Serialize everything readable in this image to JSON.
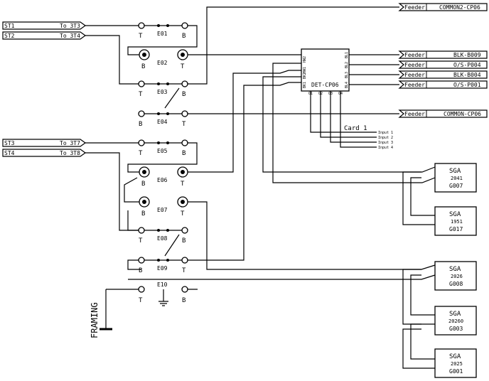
{
  "inputs": {
    "st1": {
      "name": "ST1",
      "dest": "To 3T3"
    },
    "st2": {
      "name": "ST2",
      "dest": "To 3T4"
    },
    "st3": {
      "name": "ST3",
      "dest": "To 3T7"
    },
    "st4": {
      "name": "ST4",
      "dest": "To 3T8"
    }
  },
  "feeders": {
    "f1": {
      "tag": "Feeder",
      "name": "COMMON2-CP06"
    },
    "f2": {
      "tag": "Feeder",
      "name": "BLK-B009"
    },
    "f3": {
      "tag": "Feeder",
      "name": "O/S-P004"
    },
    "f4": {
      "tag": "Feeder",
      "name": "BLK-B004"
    },
    "f5": {
      "tag": "Feeder",
      "name": "O/S-P001"
    },
    "f6": {
      "tag": "Feeder",
      "name": "COMMON-CP06"
    }
  },
  "jacks": {
    "e01": "E01",
    "e02": "E02",
    "e03": "E03",
    "e04": "E04",
    "e05": "E05",
    "e06": "E06",
    "e07": "E07",
    "e08": "E08",
    "e09": "E09",
    "e10": "E10",
    "t": "T",
    "b": "B"
  },
  "detector": {
    "name": "DET-CP06",
    "pins": {
      "hw2": "HW2",
      "hw1": "HW1",
      "bk2": "BK2",
      "bk1": "BK1",
      "bl1": "BL1",
      "bl2": "BL2",
      "bl3": "BL3",
      "bl4": "BL4",
      "o1": "O1",
      "o2": "O2",
      "o3": "O3",
      "o4": "O4"
    }
  },
  "card": {
    "title": "Card 1",
    "inputs": [
      "Input 1",
      "Input 2",
      "Input 3",
      "Input 4"
    ]
  },
  "sgas": {
    "s1": {
      "title": "SGA",
      "num": "2041",
      "code": "G007"
    },
    "s2": {
      "title": "SGA",
      "num": "1951",
      "code": "G017"
    },
    "s3": {
      "title": "SGA",
      "num": "2026",
      "code": "G008"
    },
    "s4": {
      "title": "SGA",
      "num": "20260",
      "code": "G003"
    },
    "s5": {
      "title": "SGA",
      "num": "2025",
      "code": "G001"
    }
  },
  "framing": "FRAMING"
}
